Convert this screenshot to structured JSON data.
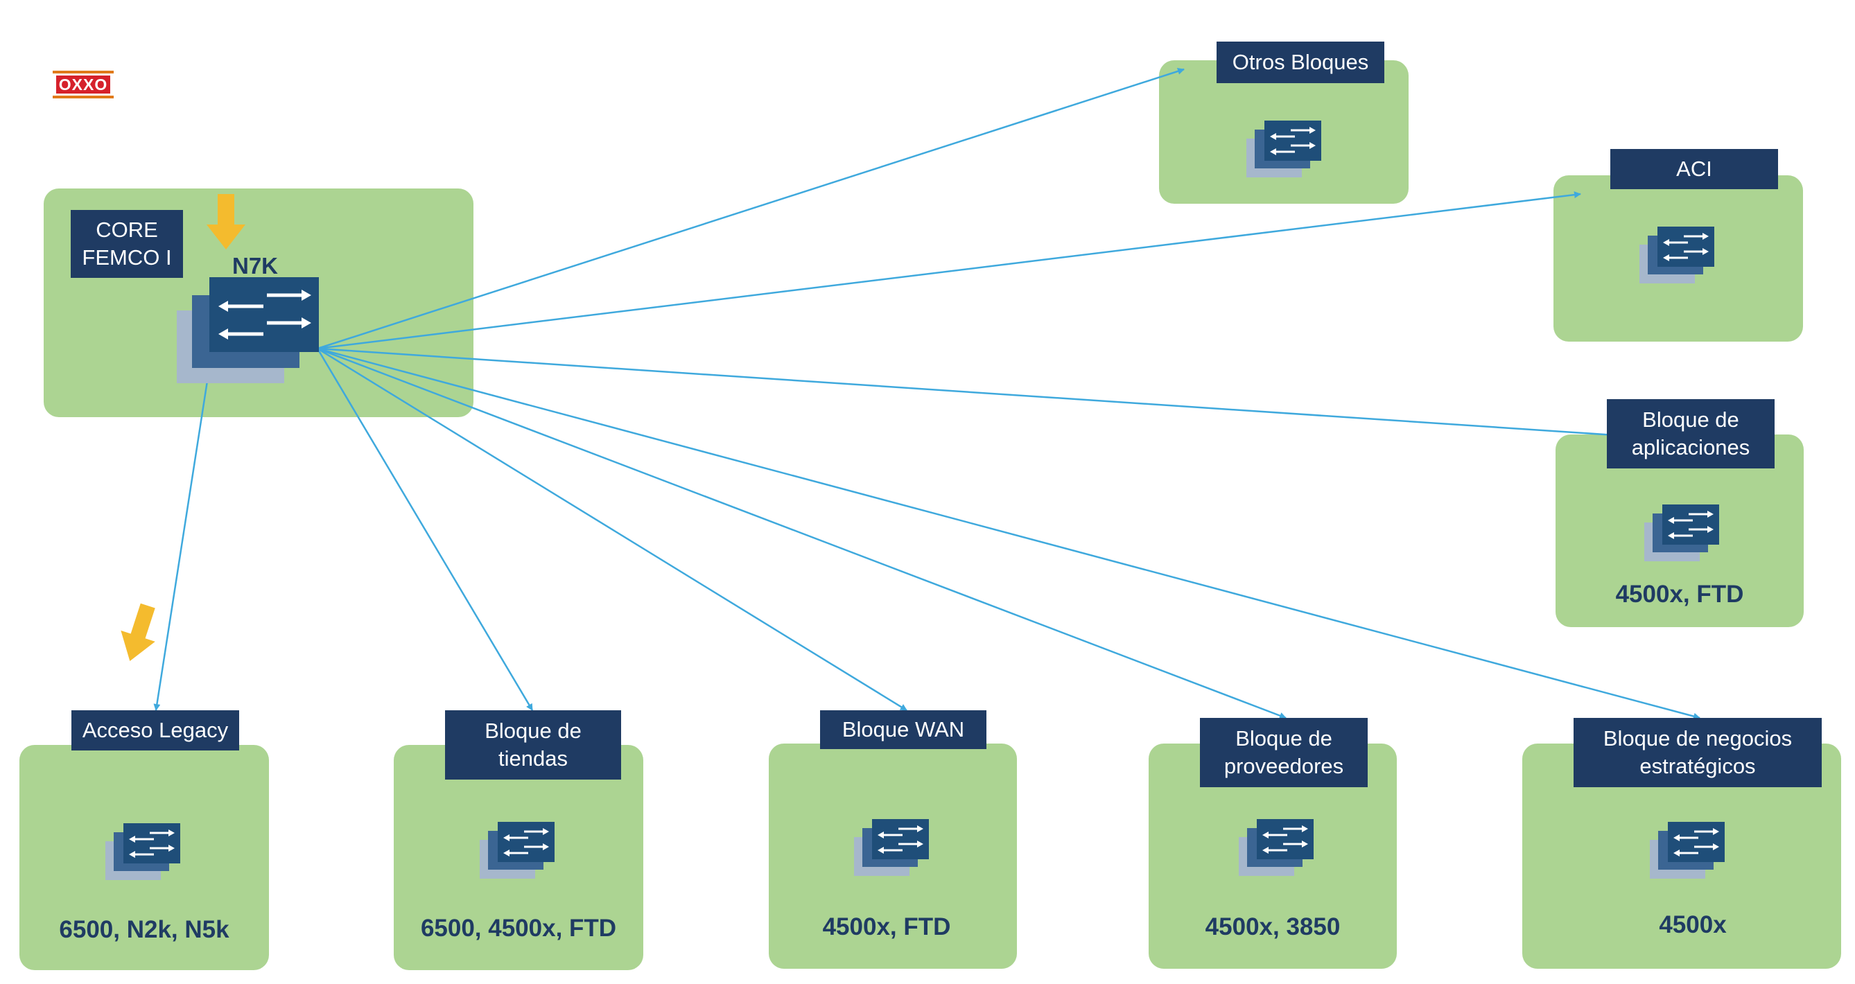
{
  "logo": {
    "text": "OXXO"
  },
  "core": {
    "title": "CORE\nFEMCO I",
    "device": "N7K"
  },
  "blocks": [
    {
      "id": "otros",
      "label": "Otros Bloques",
      "models": ""
    },
    {
      "id": "aci",
      "label": "ACI",
      "models": ""
    },
    {
      "id": "aplicaciones",
      "label": "Bloque de\naplicaciones",
      "models": "4500x, FTD"
    },
    {
      "id": "legacy",
      "label": "Acceso Legacy",
      "models": "6500, N2k, N5k"
    },
    {
      "id": "tiendas",
      "label": "Bloque de\ntiendas",
      "models": "6500, 4500x, FTD"
    },
    {
      "id": "wan",
      "label": "Bloque WAN",
      "models": "4500x, FTD"
    },
    {
      "id": "proveedores",
      "label": "Bloque de\nproveedores",
      "models": "4500x, 3850"
    },
    {
      "id": "negocios",
      "label": "Bloque de negocios\nestratégicos",
      "models": "4500x"
    }
  ],
  "colors": {
    "block_fill": "#acd492",
    "label_fill": "#1f3b63",
    "link_line": "#3fa9dd",
    "highlight_arrow": "#f4bb2e",
    "switch_front": "#1f4e79",
    "switch_back": "#a6b7cc"
  },
  "icons": {
    "switch": "layer3-switch-icon",
    "highlight": "down-arrow-icon"
  }
}
